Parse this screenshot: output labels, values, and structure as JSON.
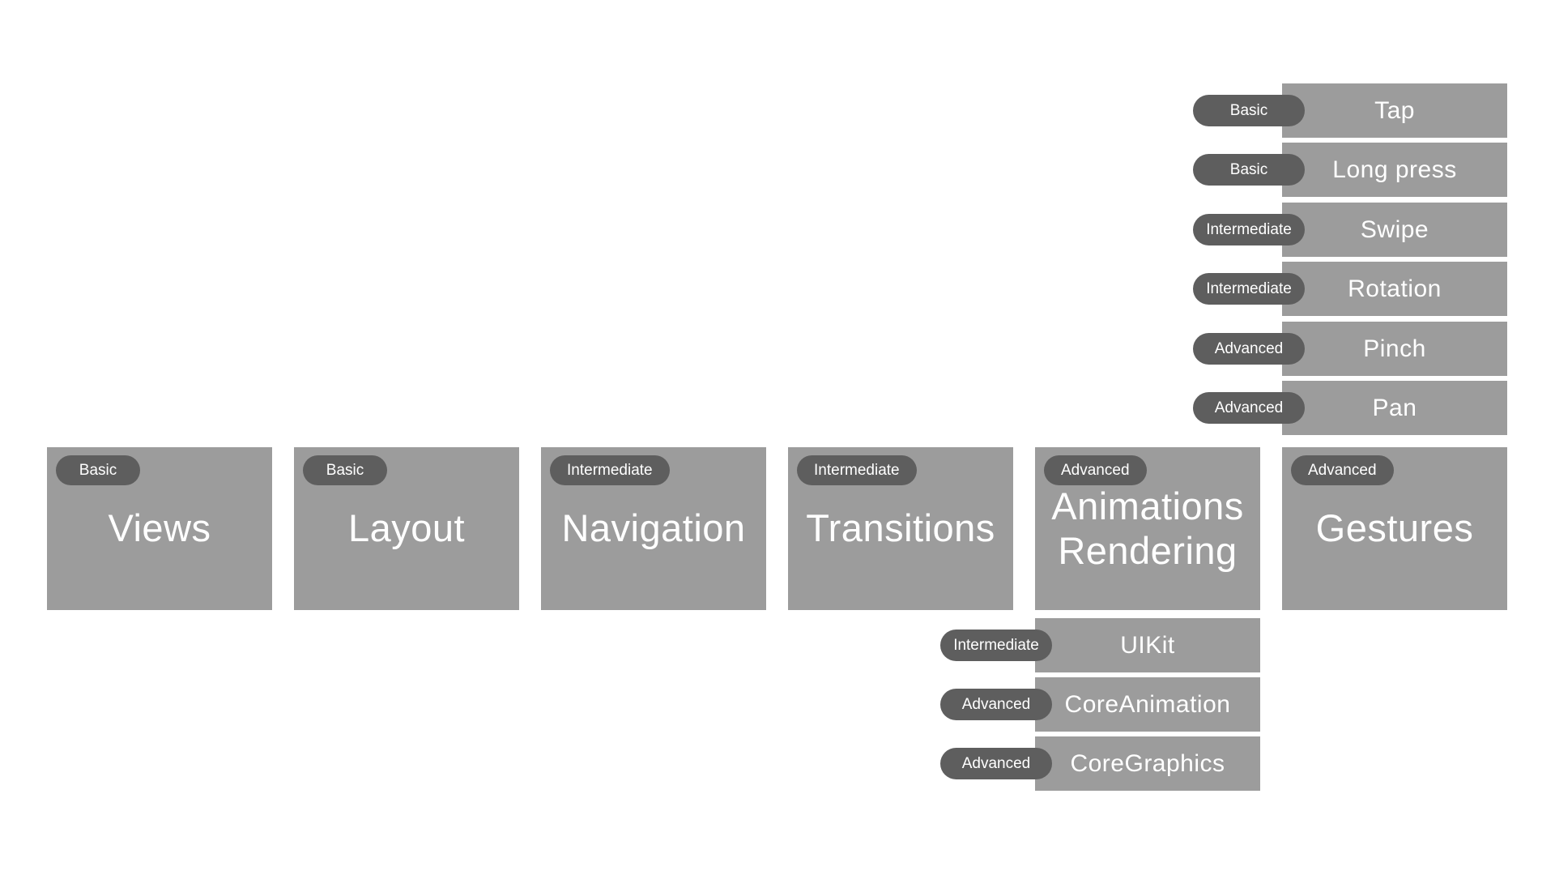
{
  "palette": {
    "page_bg": "#ffffff",
    "card_gray": "#9c9c9c",
    "badge_gray": "#5e5e5e",
    "text_white": "#ffffff"
  },
  "diagram": {
    "main_cards": [
      {
        "title": "Views",
        "level": "Basic"
      },
      {
        "title": "Layout",
        "level": "Basic"
      },
      {
        "title": "Navigation",
        "level": "Intermediate"
      },
      {
        "title": "Transitions",
        "level": "Intermediate"
      },
      {
        "title": "Animations Rendering",
        "level": "Advanced"
      },
      {
        "title": "Gestures",
        "level": "Advanced"
      }
    ],
    "gesture_items": [
      {
        "title": "Tap",
        "level": "Basic"
      },
      {
        "title": "Long press",
        "level": "Basic"
      },
      {
        "title": "Swipe",
        "level": "Intermediate"
      },
      {
        "title": "Rotation",
        "level": "Intermediate"
      },
      {
        "title": "Pinch",
        "level": "Advanced"
      },
      {
        "title": "Pan",
        "level": "Advanced"
      }
    ],
    "animation_items": [
      {
        "title": "UIKit",
        "level": "Intermediate"
      },
      {
        "title": "CoreAnimation",
        "level": "Advanced"
      },
      {
        "title": "CoreGraphics",
        "level": "Advanced"
      }
    ]
  }
}
